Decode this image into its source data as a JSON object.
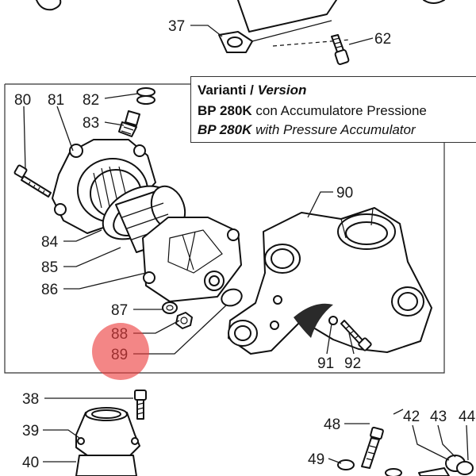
{
  "variant_box": {
    "heading_it": "Varianti",
    "separator": "/",
    "heading_en": "Version",
    "row1_model": "BP 280K",
    "row1_desc": "con Accumulatore Pressione",
    "row2_model": "BP 280K",
    "row2_desc": "with Pressure Accumulator"
  },
  "callouts": {
    "c37": "37",
    "c62": "62",
    "c80": "80",
    "c81": "81",
    "c82": "82",
    "c83": "83",
    "c84": "84",
    "c85": "85",
    "c86": "86",
    "c87": "87",
    "c88": "88",
    "c89": "89",
    "c90": "90",
    "c91": "91",
    "c92": "92",
    "c38": "38",
    "c39": "39",
    "c40": "40",
    "c48": "48",
    "c49": "49",
    "c42": "42",
    "c43": "43",
    "c44": "44"
  },
  "highlighted_callout": "89",
  "colors": {
    "highlight": "#ec3c3c",
    "ink": "#111111"
  }
}
